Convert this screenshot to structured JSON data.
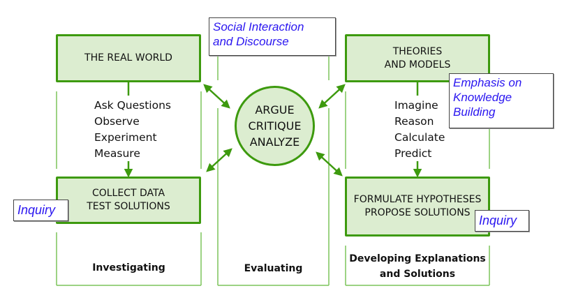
{
  "colors": {
    "box_fill": "#dcedd0",
    "box_stroke": "#3d9a0e",
    "bracket_line": "#7cc45a",
    "note_text": "#2a16f0"
  },
  "boxes": {
    "real_world": "THE REAL WORLD",
    "collect_data": "COLLECT DATA\nTEST SOLUTIONS",
    "theories": "THEORIES\nAND MODELS",
    "formulate": "FORMULATE HYPOTHESES\nPROPOSE SOLUTIONS"
  },
  "center": {
    "text": "ARGUE\nCRITIQUE\nANALYZE"
  },
  "left_steps": [
    "Ask Questions",
    "Observe",
    "Experiment",
    "Measure"
  ],
  "right_steps": [
    "Imagine",
    "Reason",
    "Calculate",
    "Predict"
  ],
  "notes": {
    "social": "Social Interaction\nand Discourse",
    "emphasis": "Emphasis on\nKnowledge\nBuilding",
    "inquiry_left": "Inquiry",
    "inquiry_right": "Inquiry"
  },
  "columns": {
    "investigating": "Investigating",
    "evaluating": "Evaluating",
    "developing": "Developing Explanations\nand Solutions"
  }
}
